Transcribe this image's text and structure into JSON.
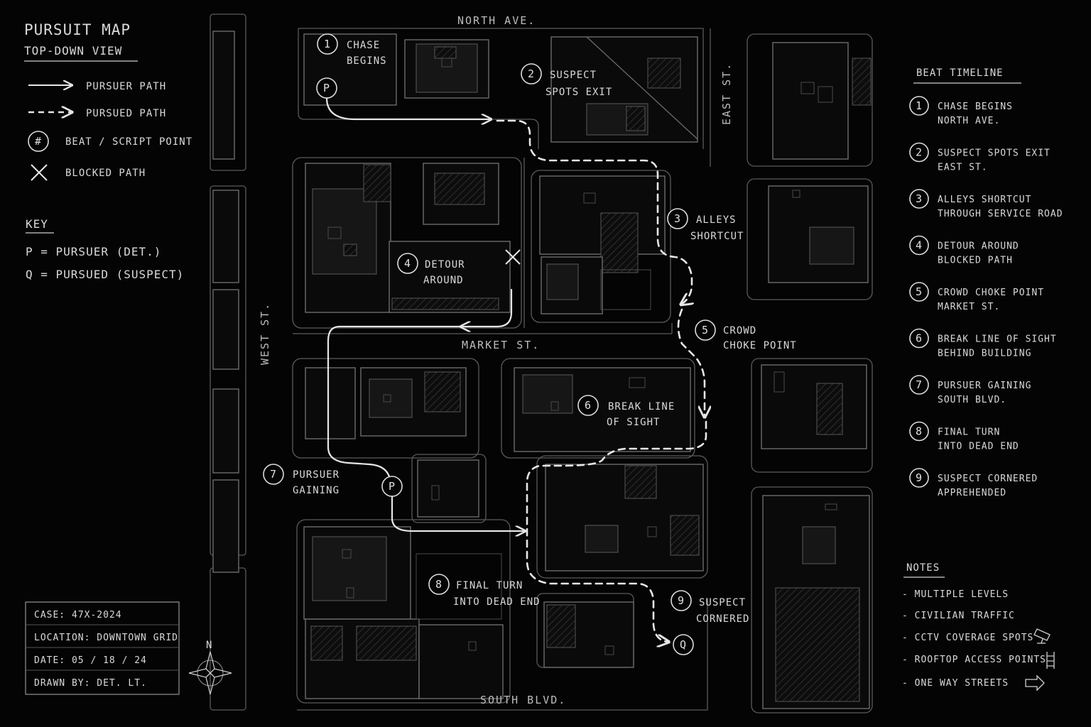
{
  "header": {
    "title": "PURSUIT MAP",
    "subtitle": "TOP-DOWN VIEW"
  },
  "legend": {
    "pursuer_path": "PURSUER PATH",
    "pursued_path": "PURSUED PATH",
    "beat_symbol": "#",
    "beat_point": "BEAT / SCRIPT POINT",
    "blocked_path": "BLOCKED PATH"
  },
  "key": {
    "title": "KEY",
    "p": "P = PURSUER (DET.)",
    "q": "Q = PURSUED (SUSPECT)"
  },
  "streets": {
    "north": "NORTH AVE.",
    "east": "EAST ST.",
    "west": "WEST ST.",
    "market": "MARKET ST.",
    "south": "SOUTH BLVD."
  },
  "markers": {
    "pursuer": "P",
    "pursued": "Q"
  },
  "beats": [
    {
      "num": "1",
      "line1": "CHASE",
      "line2": "BEGINS"
    },
    {
      "num": "2",
      "line1": "SUSPECT",
      "line2": "SPOTS EXIT"
    },
    {
      "num": "3",
      "line1": "ALLEYS",
      "line2": "SHORTCUT"
    },
    {
      "num": "4",
      "line1": "DETOUR",
      "line2": "AROUND"
    },
    {
      "num": "5",
      "line1": "CROWD",
      "line2": "CHOKE POINT"
    },
    {
      "num": "6",
      "line1": "BREAK LINE",
      "line2": "OF SIGHT"
    },
    {
      "num": "7",
      "line1": "PURSUER",
      "line2": "GAINING"
    },
    {
      "num": "8",
      "line1": "FINAL TURN",
      "line2": "INTO DEAD END"
    },
    {
      "num": "9",
      "line1": "SUSPECT",
      "line2": "CORNERED"
    }
  ],
  "timeline": {
    "title": "BEAT TIMELINE",
    "items": [
      {
        "num": "1",
        "line1": "CHASE BEGINS",
        "line2": "NORTH AVE."
      },
      {
        "num": "2",
        "line1": "SUSPECT SPOTS EXIT",
        "line2": "EAST ST."
      },
      {
        "num": "3",
        "line1": "ALLEYS SHORTCUT",
        "line2": "THROUGH SERVICE ROAD"
      },
      {
        "num": "4",
        "line1": "DETOUR AROUND",
        "line2": "BLOCKED PATH"
      },
      {
        "num": "5",
        "line1": "CROWD CHOKE POINT",
        "line2": "MARKET ST."
      },
      {
        "num": "6",
        "line1": "BREAK LINE OF SIGHT",
        "line2": "BEHIND BUILDING"
      },
      {
        "num": "7",
        "line1": "PURSUER GAINING",
        "line2": "SOUTH BLVD."
      },
      {
        "num": "8",
        "line1": "FINAL TURN",
        "line2": "INTO DEAD END"
      },
      {
        "num": "9",
        "line1": "SUSPECT CORNERED",
        "line2": "APPREHENDED"
      }
    ]
  },
  "notes": {
    "title": "NOTES",
    "items": [
      {
        "text": "- MULTIPLE LEVELS",
        "icon": ""
      },
      {
        "text": "- CIVILIAN TRAFFIC",
        "icon": ""
      },
      {
        "text": "- CCTV COVERAGE SPOTS",
        "icon": "cctv-camera-icon"
      },
      {
        "text": "- ROOFTOP ACCESS POINTS",
        "icon": "ladder-icon"
      },
      {
        "text": "- ONE WAY STREETS",
        "icon": "one-way-arrow-icon"
      }
    ]
  },
  "case_box": {
    "case": "CASE: 47X-2024",
    "location": "LOCATION: DOWNTOWN GRID",
    "date": "DATE: 05 / 18 / 24",
    "drawn_by": "DRAWN BY: DET. LT."
  },
  "compass": {
    "north": "N",
    "icon": "compass-rose-icon"
  }
}
